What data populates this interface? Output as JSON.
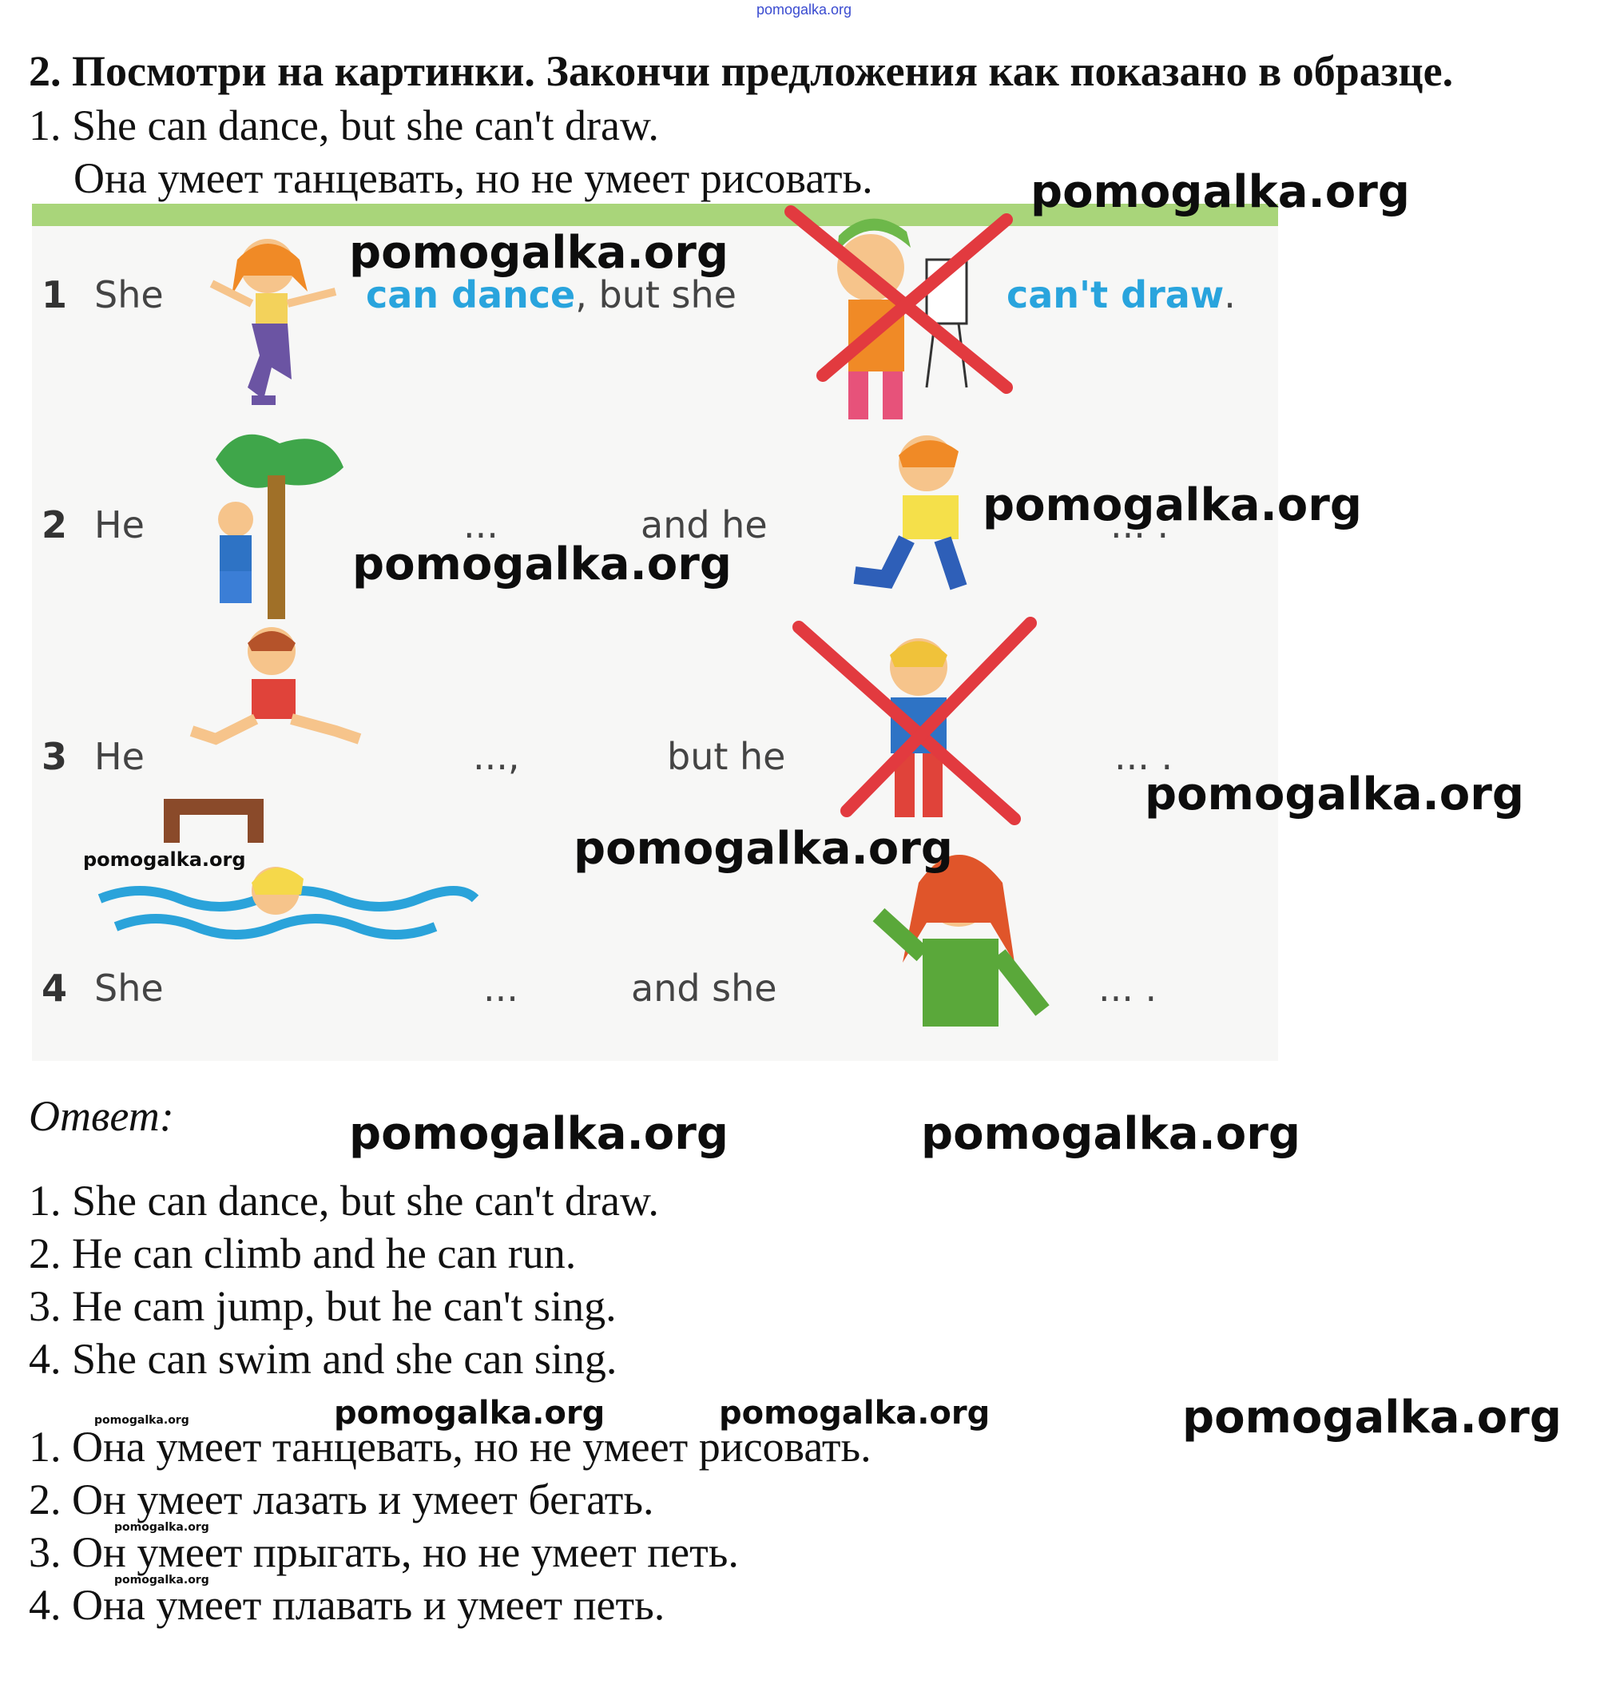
{
  "watermark_top": "pomogalka.org",
  "heading": "2. Посмотри на картинки. Закончи предложения как показано в образце.",
  "example": {
    "en": "1. She can dance, but she can't draw.",
    "ru": "Она умеет танцевать, но не умеет рисовать."
  },
  "watermark": "pomogalka.org",
  "panel": {
    "rows": [
      {
        "num": "1",
        "subject": "She",
        "part1": "can dance",
        "sep": ", but she",
        "part2": "can't draw",
        "end": "."
      },
      {
        "num": "2",
        "subject": "He",
        "part1": "...",
        "sep": "and he",
        "part2": "... ."
      },
      {
        "num": "3",
        "subject": "He",
        "part1": "...,",
        "sep": "but he",
        "part2": "... ."
      },
      {
        "num": "4",
        "subject": "She",
        "part1": "...",
        "sep": "and she",
        "part2": "... ."
      }
    ],
    "colors": {
      "blue": "#29a4dd",
      "green_bar": "#a9d57a",
      "cross": "#e23a3f"
    }
  },
  "answer_label": "Ответ:",
  "answers_en": [
    "1. She can dance, but she can't draw.",
    "2. He can climb and he can run.",
    "3. He cam jump, but he can't sing.",
    "4. She can swim and she can sing."
  ],
  "answers_ru": [
    "1. Она умеет танцевать, но не умеет рисовать.",
    "2. Он умеет лазать и умеет бегать.",
    "3. Он умеет прыгать, но не умеет петь.",
    "4. Она умеет плавать и умеет петь."
  ]
}
